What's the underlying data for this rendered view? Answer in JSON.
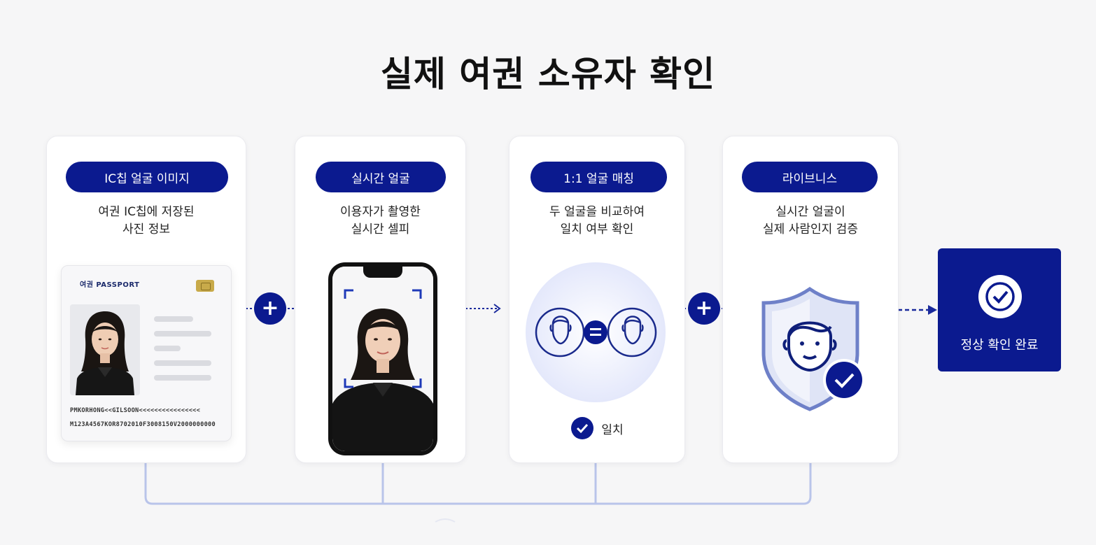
{
  "title": "실제 여권 소유자 확인",
  "steps": [
    {
      "label": "IC칩 얼굴 이미지",
      "desc_line1": "여권 IC칩에 저장된",
      "desc_line2": "사진 정보"
    },
    {
      "label": "실시간 얼굴",
      "desc_line1": "이용자가 촬영한",
      "desc_line2": "실시간 셀피"
    },
    {
      "label": "1:1 얼굴 매칭",
      "desc_line1": "두 얼굴을 비교하여",
      "desc_line2": "일치 여부 확인"
    },
    {
      "label": "라이브니스",
      "desc_line1": "실시간 얼굴이",
      "desc_line2": "실제 사람인지 검증"
    }
  ],
  "passport": {
    "header": "여권  PASSPORT",
    "mrz_line1": "PMKORHONG<<GILSOON<<<<<<<<<<<<<<<<",
    "mrz_line2": "M123A4567KOR8702010F3008150V2000000000"
  },
  "match_result": "일치",
  "final": {
    "label": "정상 확인 완료"
  },
  "colors": {
    "accent": "#0b1a8f",
    "background": "#f6f6f7",
    "card": "#ffffff"
  }
}
